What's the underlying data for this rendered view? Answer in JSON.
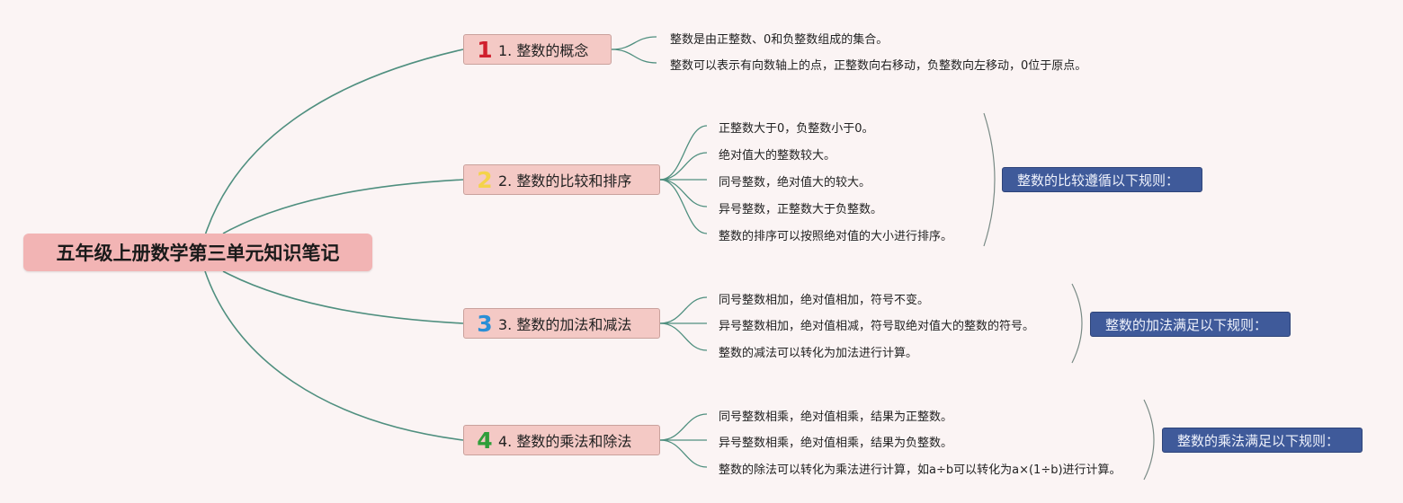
{
  "root": {
    "title": "五年级上册数学第三单元知识笔记"
  },
  "topics": [
    {
      "num": "1",
      "num_color": "#d0202e",
      "label": "1. 整数的概念",
      "leaves": [
        "整数是由正整数、0和负整数组成的集合。",
        "整数可以表示有向数轴上的点，正整数向右移动，负整数向左移动，0位于原点。"
      ],
      "note": ""
    },
    {
      "num": "2",
      "num_color": "#f4d34a",
      "label": "2. 整数的比较和排序",
      "leaves": [
        "正整数大于0，负整数小于0。",
        "绝对值大的整数较大。",
        "同号整数，绝对值大的较大。",
        "异号整数，正整数大于负整数。",
        "整数的排序可以按照绝对值的大小进行排序。"
      ],
      "note": "整数的比较遵循以下规则："
    },
    {
      "num": "3",
      "num_color": "#2a8fd6",
      "label": "3. 整数的加法和减法",
      "leaves": [
        "同号整数相加，绝对值相加，符号不变。",
        "异号整数相加，绝对值相减，符号取绝对值大的整数的符号。",
        "整数的减法可以转化为加法进行计算。"
      ],
      "note": "整数的加法满足以下规则："
    },
    {
      "num": "4",
      "num_color": "#2f9e3a",
      "label": "4. 整数的乘法和除法",
      "leaves": [
        "同号整数相乘，绝对值相乘，结果为正整数。",
        "异号整数相乘，绝对值相乘，结果为负整数。",
        "整数的除法可以转化为乘法进行计算，如a÷b可以转化为a×(1÷b)进行计算。"
      ],
      "note": "整数的乘法满足以下规则："
    }
  ],
  "colors": {
    "connector": "#4f8f7f",
    "bracket": "#7a8b86",
    "note_bg": "#3f5a9a"
  }
}
